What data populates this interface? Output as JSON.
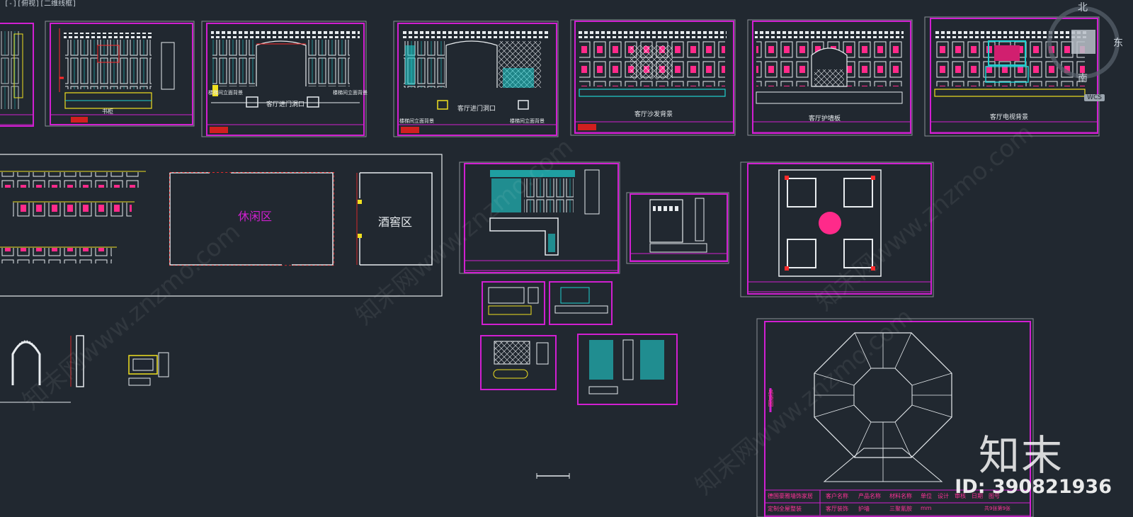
{
  "viewport": {
    "label": "[-][俯视][二维线框]"
  },
  "viewcube": {
    "north": "北",
    "east": "东",
    "south": "南",
    "wcs": "WCS"
  },
  "zones": {
    "leisure": "休闲区",
    "cellar": "酒窖区"
  },
  "sheets": {
    "s1": "书柜",
    "s2_left": "楼梯间立面背景",
    "s2_mid": "客厅进门洞口",
    "s2_right": "楼梯间立面背景",
    "s3_left": "楼梯间立面背景",
    "s3_mid": "客厅进门洞口",
    "s3_right": "楼梯间立面背景",
    "s4": "客厅沙发背景",
    "s5": "客厅护墙板",
    "s6": "客厅电视背景"
  },
  "title_block": {
    "company_line1": "德国豪雅墙饰家居",
    "company_line2": "定制全屋整装",
    "client_label": "客户名称",
    "client_value": "客厅装饰",
    "product_label": "产品名称",
    "product_value": "护墙",
    "material_label": "材料名称",
    "material_value": "三聚氰胺",
    "unit_label": "单位",
    "unit_value": "mm",
    "design_label": "设计",
    "check_label": "审核",
    "date_label": "日期",
    "drawing_no_label": "图号",
    "drawing_no_value": "共9张第9张",
    "side_label": "吊顶图"
  },
  "watermark": {
    "text": "知末网www.znzmo.com",
    "brand": "知末",
    "id": "ID: 390821936"
  },
  "colors": {
    "background": "#212830",
    "frame": "#d11fd1",
    "line": "#e8ecef",
    "cyan": "#1fd1d1",
    "yellow": "#f0e020",
    "red": "#ff2a2a",
    "pink": "#ff3399"
  }
}
